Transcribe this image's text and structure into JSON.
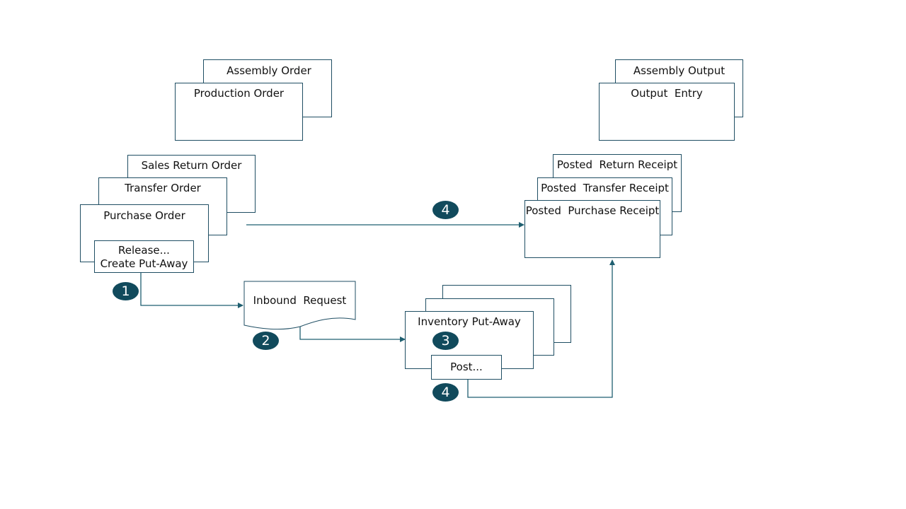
{
  "colors": {
    "stroke": "#1f4e63",
    "badge": "#114a5c",
    "arrow": "#1f5f70"
  },
  "source_docs": {
    "assembly_order": "Assembly Order",
    "production_order": "Production Order",
    "sales_return_order": "Sales Return Order",
    "transfer_order": "Transfer Order",
    "purchase_order": "Purchase Order",
    "release_action_line1": "Release...",
    "release_action_line2": "Create Put-Away"
  },
  "posted_docs": {
    "assembly_output": "Assembly Output",
    "output_entry": "Output  Entry",
    "posted_return_receipt": "Posted  Return Receipt",
    "posted_transfer_receipt": "Posted  Transfer Receipt",
    "posted_purchase_receipt": "Posted  Purchase Receipt"
  },
  "flow": {
    "inbound_request": "Inbound  Request",
    "inventory_put_away": "Inventory Put-Away",
    "post_action": "Post..."
  },
  "steps": {
    "step1": "1",
    "step2": "2",
    "step3": "3",
    "step4_top": "4",
    "step4_bottom": "4"
  }
}
